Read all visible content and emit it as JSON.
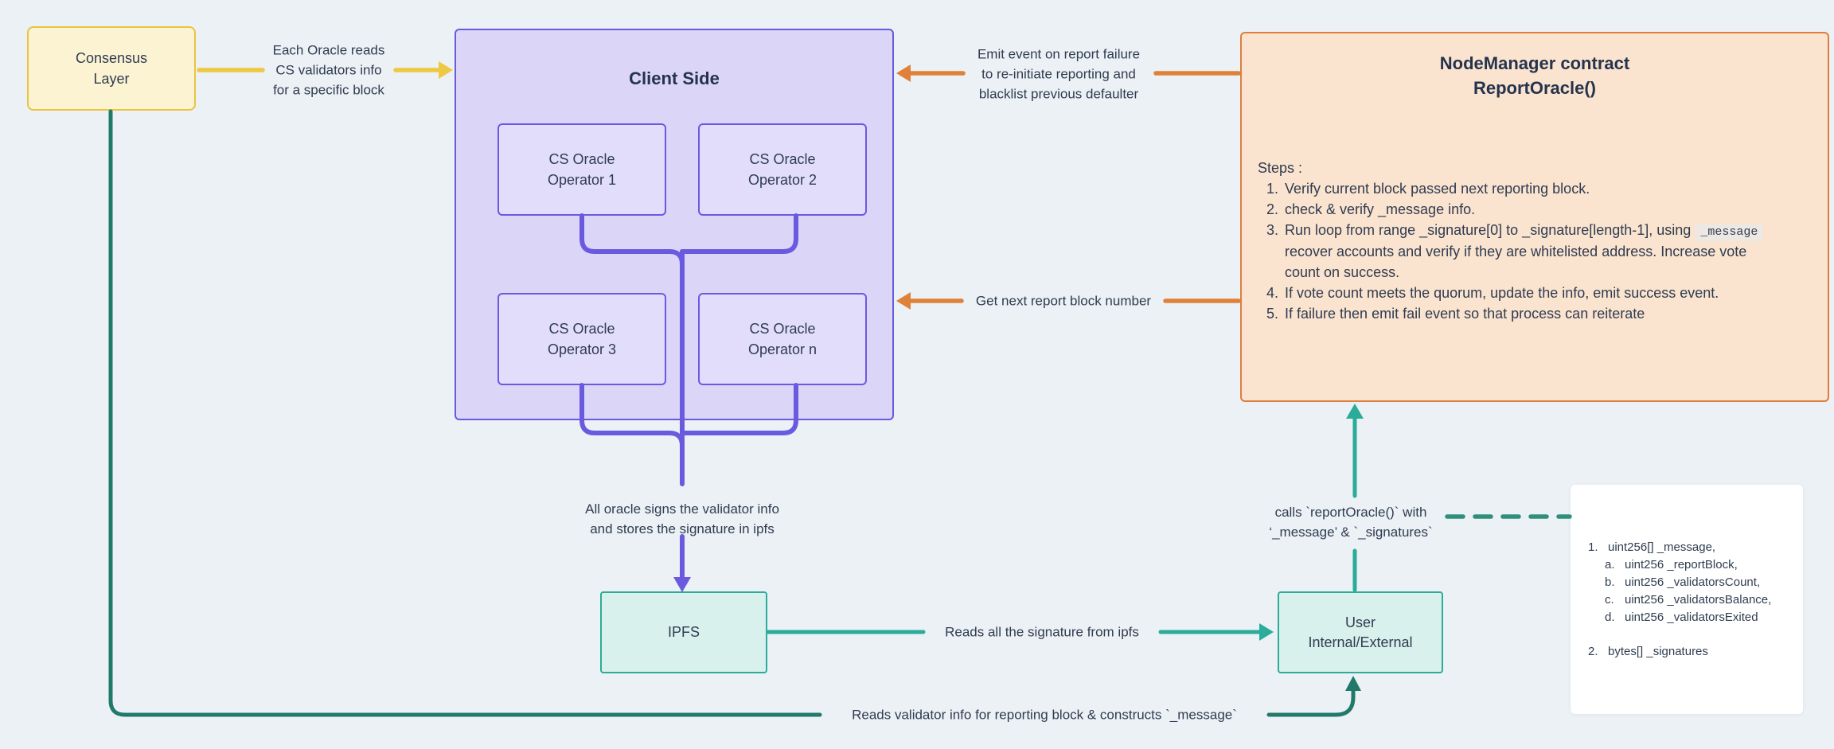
{
  "colors": {
    "background": "#ECF1F5",
    "yellow_accent": "#EFC843",
    "purple_accent": "#6A5AE0",
    "orange_accent": "#E08139",
    "teal_accent": "#2BAC9A",
    "dark_green_accent": "#21796A",
    "text": "#2F3C50"
  },
  "nodes": {
    "consensus": {
      "label": "Consensus\nLayer"
    },
    "client": {
      "title": "Client Side",
      "operators": [
        {
          "label": "CS Oracle\nOperator 1"
        },
        {
          "label": "CS Oracle\nOperator 2"
        },
        {
          "label": "CS Oracle\nOperator 3"
        },
        {
          "label": "CS Oracle\nOperator n"
        }
      ]
    },
    "node_manager": {
      "title": "NodeManager contract\nReportOracle()",
      "steps_heading": "Steps :",
      "steps": [
        {
          "num": "1.",
          "text": "Verify current block passed next reporting block."
        },
        {
          "num": "2.",
          "text": "check & verify _message info."
        },
        {
          "num": "3.",
          "pre": "Run loop from range _signature[0] to _signature[length-1], using",
          "code": "_message",
          "post": "recover accounts and verify if they are whitelisted address. Increase vote count on success."
        },
        {
          "num": "4.",
          "text": "If vote count meets the quorum, update the info, emit success event."
        },
        {
          "num": "5.",
          "text": "If failure then emit fail event so that process can reiterate"
        }
      ]
    },
    "ipfs": {
      "label": "IPFS"
    },
    "user": {
      "label": "User\nInternal/External"
    },
    "params": {
      "item1_num": "1.",
      "item1": "uint256[] _message,",
      "sub": [
        {
          "num": "a.",
          "text": "uint256 _reportBlock,"
        },
        {
          "num": "b.",
          "text": "uint256 _validatorsCount,"
        },
        {
          "num": "c.",
          "text": "uint256 _validatorsBalance,"
        },
        {
          "num": "d.",
          "text": "uint256 _validatorsExited"
        }
      ],
      "item2_num": "2.",
      "item2": "bytes[] _signatures"
    }
  },
  "edges": {
    "cs_read": {
      "label": "Each Oracle reads\nCS validators info\nfor a specific block"
    },
    "emit_event": {
      "label": "Emit event on report failure\nto re-initiate reporting and\nblacklist previous defaulter"
    },
    "get_next_block": {
      "label": "Get next report block number"
    },
    "sign_store": {
      "label": "All oracle signs the validator info\nand stores the signature in ipfs"
    },
    "reads_signatures": {
      "label": "Reads all the signature from ipfs"
    },
    "calls_report_oracle": {
      "label": "calls `reportOracle()` with\n‘_message’ & `_signatures`"
    },
    "reads_validator_info": {
      "label": "Reads validator info for reporting block & constructs `_message`"
    }
  }
}
